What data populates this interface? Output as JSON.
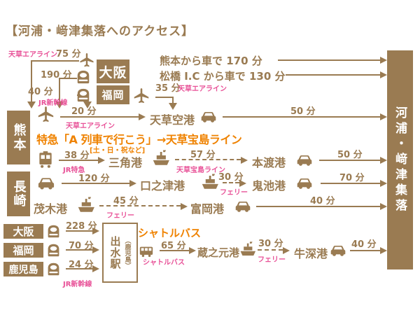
{
  "title": "【河浦・﨑津集落へのアクセス】",
  "destination_bar": "河浦・﨑津集落",
  "colors": {
    "brown": "#9a7b52",
    "pink": "#e85298",
    "orange": "#ef8200",
    "background": "#ffffff"
  },
  "cities": {
    "osaka": "大阪",
    "fukuoka": "福岡",
    "kumamoto": "熊本",
    "nagasaki": "長崎",
    "kagoshima": "鹿児島"
  },
  "stations": {
    "izumi": "出水駅",
    "izumi_paren": "（鹿児島）",
    "amakusa_airport": "天草空港",
    "misumi": "三角港",
    "hondo": "本渡港",
    "kuchinotsu": "口之津港",
    "oniike": "鬼池港",
    "mogi": "茂木港",
    "tomioka": "富岡港",
    "kuranomoto": "蔵之元港",
    "ushibuka": "牛深港"
  },
  "top_left": {
    "airline_label": "天草エアライン",
    "airline_time": "75 分",
    "shinkansen_osaka_time": "190 分",
    "shinkansen_fukuoka_time": "40 分",
    "shinkansen_label": "JR新幹線"
  },
  "car_routes": {
    "from_kumamoto": "熊本から車で 170 分",
    "from_matsubase": "松橋 I.C から車で 130 分"
  },
  "fukuoka_air": {
    "time": "35 分",
    "label": "天草エアライン"
  },
  "kumamoto_air": {
    "time": "20 分",
    "label": "天草エアライン"
  },
  "airport_car": {
    "time": "50 分"
  },
  "express_note": {
    "main": "特急「A 列車で行こう」→天草宝島ライン",
    "sub": "[土・日・祝など]"
  },
  "misumi_route": {
    "train_time": "38 分",
    "train_label": "JR特急",
    "ship_time": "57 分",
    "ship_label": "天草宝島ライン",
    "car_time": "50 分"
  },
  "kuchinotsu_route": {
    "car_time": "120 分",
    "ferry_time": "30 分",
    "ferry_label": "フェリー",
    "car2_time": "70 分"
  },
  "mogi_route": {
    "ferry_time": "45 分",
    "ferry_label": "フェリー",
    "car_time": "40 分"
  },
  "shinkansen_south": {
    "osaka_time": "228 分",
    "fukuoka_time": "70 分",
    "kagoshima_time": "24 分",
    "label": "JR新幹線"
  },
  "shuttle": {
    "title": "シャトルバス",
    "time": "65 分",
    "label": "シャトルバス"
  },
  "kuranomoto_route": {
    "ferry_time": "30 分",
    "ferry_label": "フェリー",
    "car_time": "40 分"
  },
  "icons": [
    "airplane-icon",
    "shinkansen-icon",
    "train-icon",
    "ship-icon",
    "car-icon",
    "bus-icon"
  ]
}
